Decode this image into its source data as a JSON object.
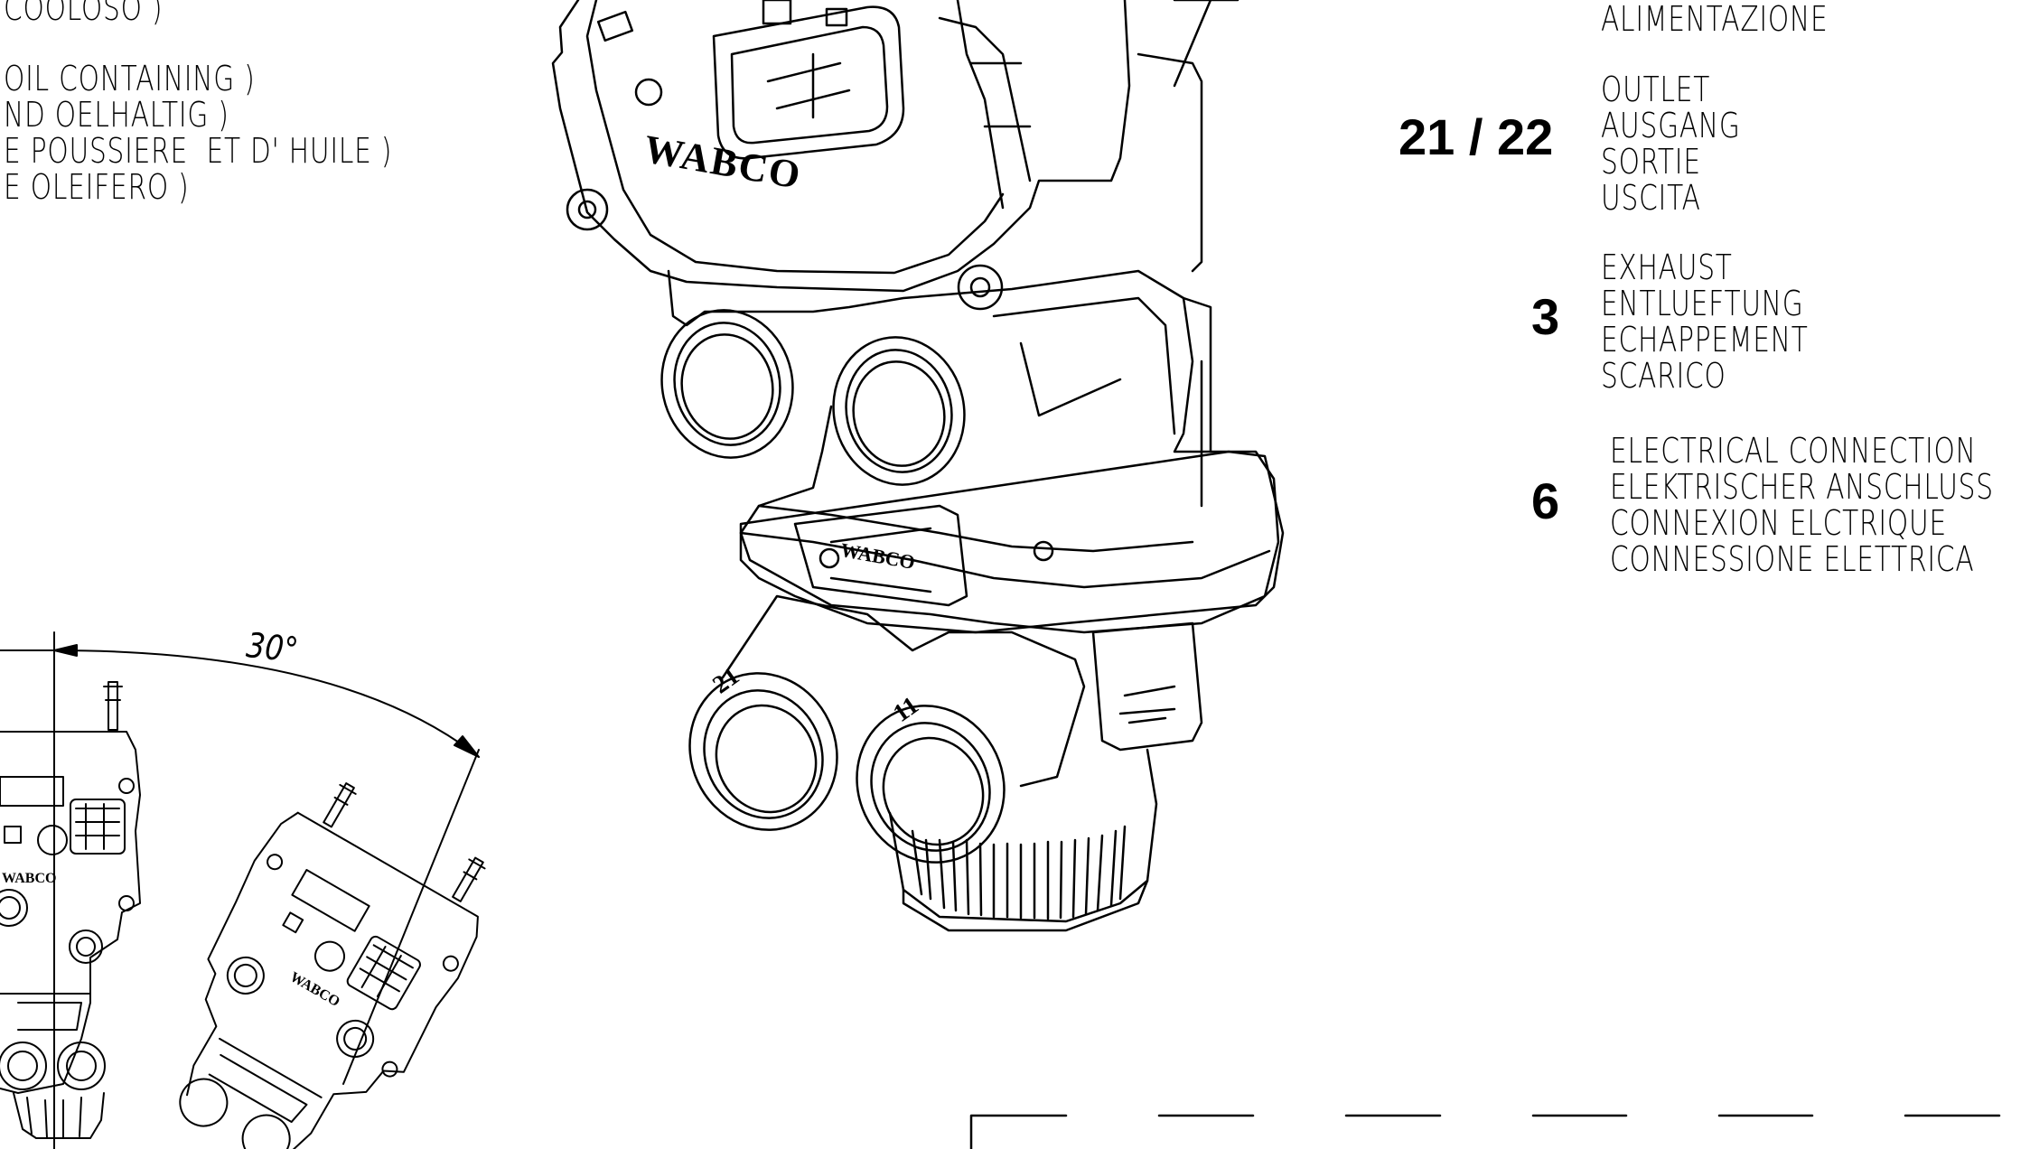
{
  "notes": {
    "line0": "COOLOSO )",
    "line1": "OIL CONTAINING )",
    "line2": "ND OELHALTIG )",
    "line3": "E POUSSIERE  ET D' HUILE )",
    "line4": "E OLEIFERO )"
  },
  "angle_label": "30°",
  "brand": "WABCO",
  "port_labels": {
    "port_21": "21",
    "port_11": "11"
  },
  "legend": [
    {
      "number": "",
      "lines": [
        "ALIMENTAZIONE"
      ]
    },
    {
      "number": "21 / 22",
      "lines": [
        "OUTLET",
        "AUSGANG",
        "SORTIE",
        "USCITA"
      ]
    },
    {
      "number": "3",
      "lines": [
        "EXHAUST",
        "ENTLUEFTUNG",
        "ECHAPPEMENT",
        "SCARICO"
      ]
    },
    {
      "number": "6",
      "lines": [
        "ELECTRICAL CONNECTION",
        "ELEKTRISCHER ANSCHLUSS",
        "CONNEXION ELCTRIQUE",
        "CONNESSIONE ELETTRICA"
      ]
    }
  ]
}
